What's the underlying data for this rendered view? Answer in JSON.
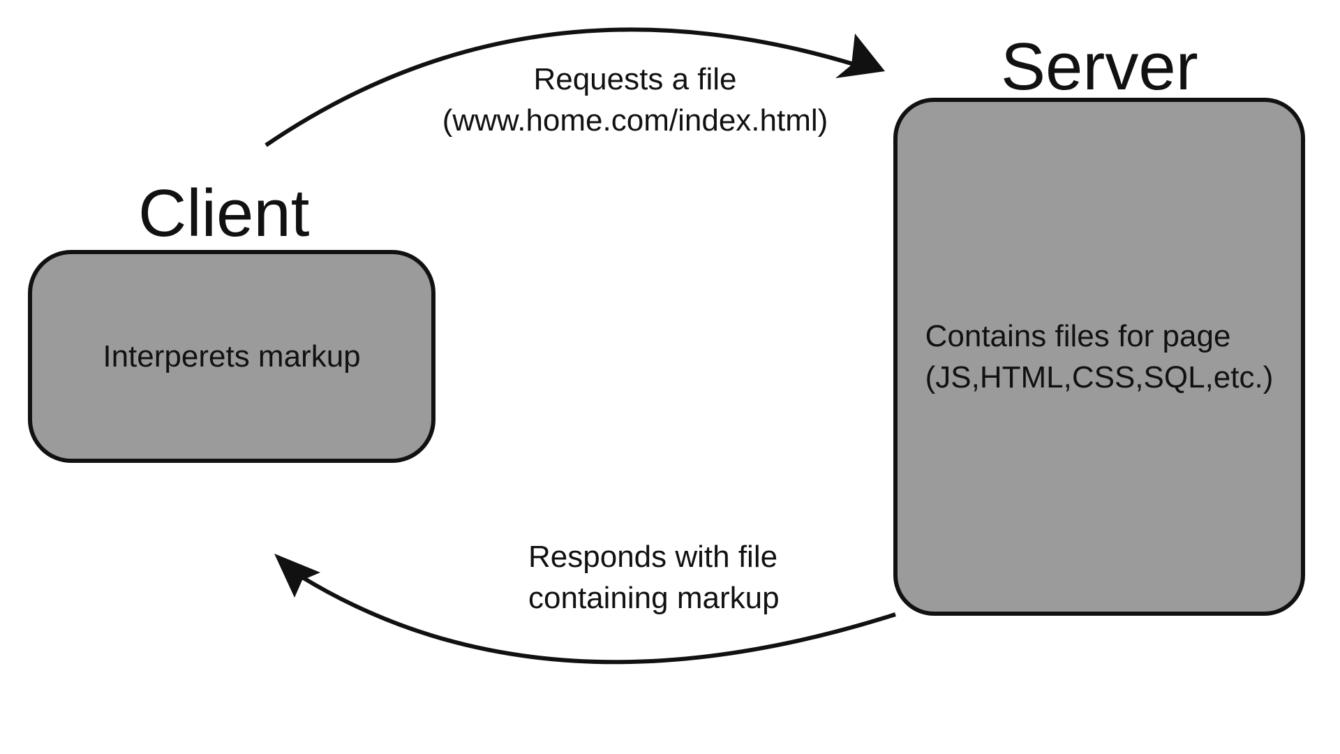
{
  "nodes": {
    "client": {
      "title": "Client",
      "description": "Interperets markup",
      "fill": "#9b9b9b"
    },
    "server": {
      "title": "Server",
      "description": "Contains files for page\n(JS,HTML,CSS,SQL,etc.)",
      "fill": "#9b9b9b"
    }
  },
  "edges": {
    "request": {
      "from": "client",
      "to": "server",
      "label": "Requests a file\n(www.home.com/index.html)"
    },
    "response": {
      "from": "server",
      "to": "client",
      "label": "Responds with file\ncontaining markup"
    }
  },
  "colors": {
    "stroke": "#111111",
    "text": "#111111",
    "background": "#ffffff"
  }
}
